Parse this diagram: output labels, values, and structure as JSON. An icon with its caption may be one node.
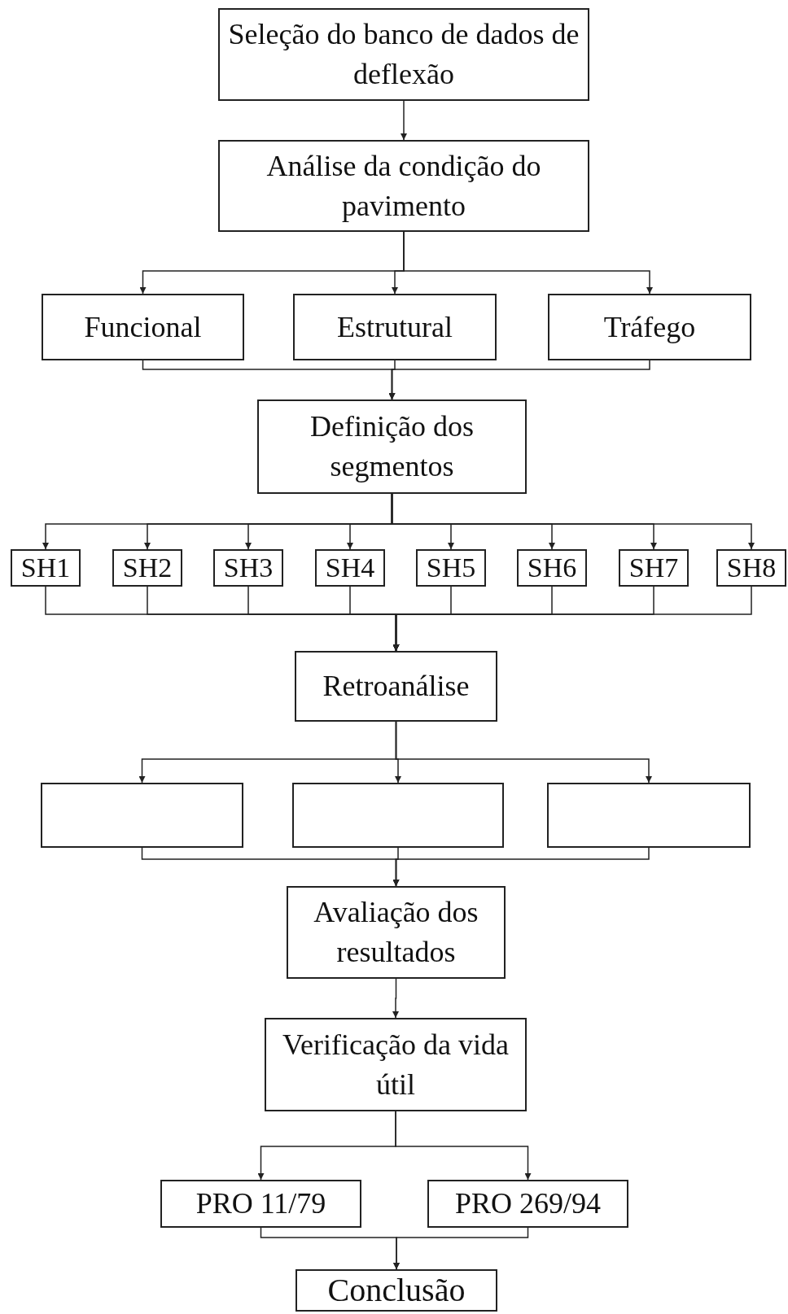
{
  "diagram": {
    "nodes": [
      {
        "text": [
          "Seleção do banco de dados de deflexão"
        ]
      },
      {
        "text": [
          "Análise da condição do pavimento"
        ]
      },
      {
        "text": [
          "Funcional"
        ]
      },
      {
        "text": [
          "Estrutural"
        ]
      },
      {
        "text": [
          "Tráfego"
        ]
      },
      {
        "text": [
          "Definição dos segmentos"
        ]
      },
      {
        "text": [
          "SH1"
        ]
      },
      {
        "text": [
          "SH2"
        ]
      },
      {
        "text": [
          "SH3"
        ]
      },
      {
        "text": [
          "SH4"
        ]
      },
      {
        "text": [
          "SH5"
        ]
      },
      {
        "text": [
          "SH6"
        ]
      },
      {
        "text": [
          "SH7"
        ]
      },
      {
        "text": [
          "SH8"
        ]
      },
      {
        "text": [
          "Retroanálise"
        ]
      },
      {
        "text": [],
        "shape": "box"
      },
      {
        "text": [],
        "shape": "box"
      },
      {
        "text": [],
        "shape": "box"
      },
      {
        "text": [
          "Avaliação dos resultados"
        ]
      },
      {
        "text": [
          "Verificação da vida útil"
        ]
      },
      {
        "text": [
          "PRO 11/79"
        ]
      },
      {
        "text": [
          "PRO 269/94"
        ]
      },
      {
        "text": [
          "Conclusão"
        ]
      }
    ],
    "edges": [
      {
        "from": 0,
        "to": 1,
        "arrow": "to"
      },
      {
        "from": 1,
        "to": 2,
        "arrow": "to"
      },
      {
        "from": 1,
        "to": 3,
        "arrow": "to"
      },
      {
        "from": 1,
        "to": 4,
        "arrow": "to"
      },
      {
        "from": 2,
        "to": 5,
        "arrow": "to"
      },
      {
        "from": 3,
        "to": 5,
        "arrow": "to"
      },
      {
        "from": 4,
        "to": 5,
        "arrow": "to"
      },
      {
        "from": 5,
        "to": 6,
        "arrow": "to"
      },
      {
        "from": 5,
        "to": 7,
        "arrow": "to"
      },
      {
        "from": 5,
        "to": 8,
        "arrow": "to"
      },
      {
        "from": 5,
        "to": 9,
        "arrow": "to"
      },
      {
        "from": 5,
        "to": 10,
        "arrow": "to"
      },
      {
        "from": 5,
        "to": 11,
        "arrow": "to"
      },
      {
        "from": 5,
        "to": 12,
        "arrow": "to"
      },
      {
        "from": 5,
        "to": 13,
        "arrow": "to"
      },
      {
        "from": 6,
        "to": 14,
        "arrow": "to"
      },
      {
        "from": 7,
        "to": 14,
        "arrow": "to"
      },
      {
        "from": 8,
        "to": 14,
        "arrow": "to"
      },
      {
        "from": 9,
        "to": 14,
        "arrow": "to"
      },
      {
        "from": 10,
        "to": 14,
        "arrow": "to"
      },
      {
        "from": 11,
        "to": 14,
        "arrow": "to"
      },
      {
        "from": 12,
        "to": 14,
        "arrow": "to"
      },
      {
        "from": 13,
        "to": 14,
        "arrow": "to"
      },
      {
        "from": 14,
        "to": 15,
        "arrow": "to"
      },
      {
        "from": 14,
        "to": 16,
        "arrow": "to"
      },
      {
        "from": 14,
        "to": 17,
        "arrow": "to"
      },
      {
        "from": 15,
        "to": 18,
        "arrow": "to"
      },
      {
        "from": 16,
        "to": 18,
        "arrow": "to"
      },
      {
        "from": 17,
        "to": 18,
        "arrow": "to"
      },
      {
        "from": 18,
        "to": 19,
        "arrow": "to"
      },
      {
        "from": 19,
        "to": 20,
        "arrow": "to"
      },
      {
        "from": 19,
        "to": 21,
        "arrow": "to"
      },
      {
        "from": 20,
        "to": 22,
        "arrow": "to"
      },
      {
        "from": 21,
        "to": 22,
        "arrow": "to"
      }
    ]
  }
}
